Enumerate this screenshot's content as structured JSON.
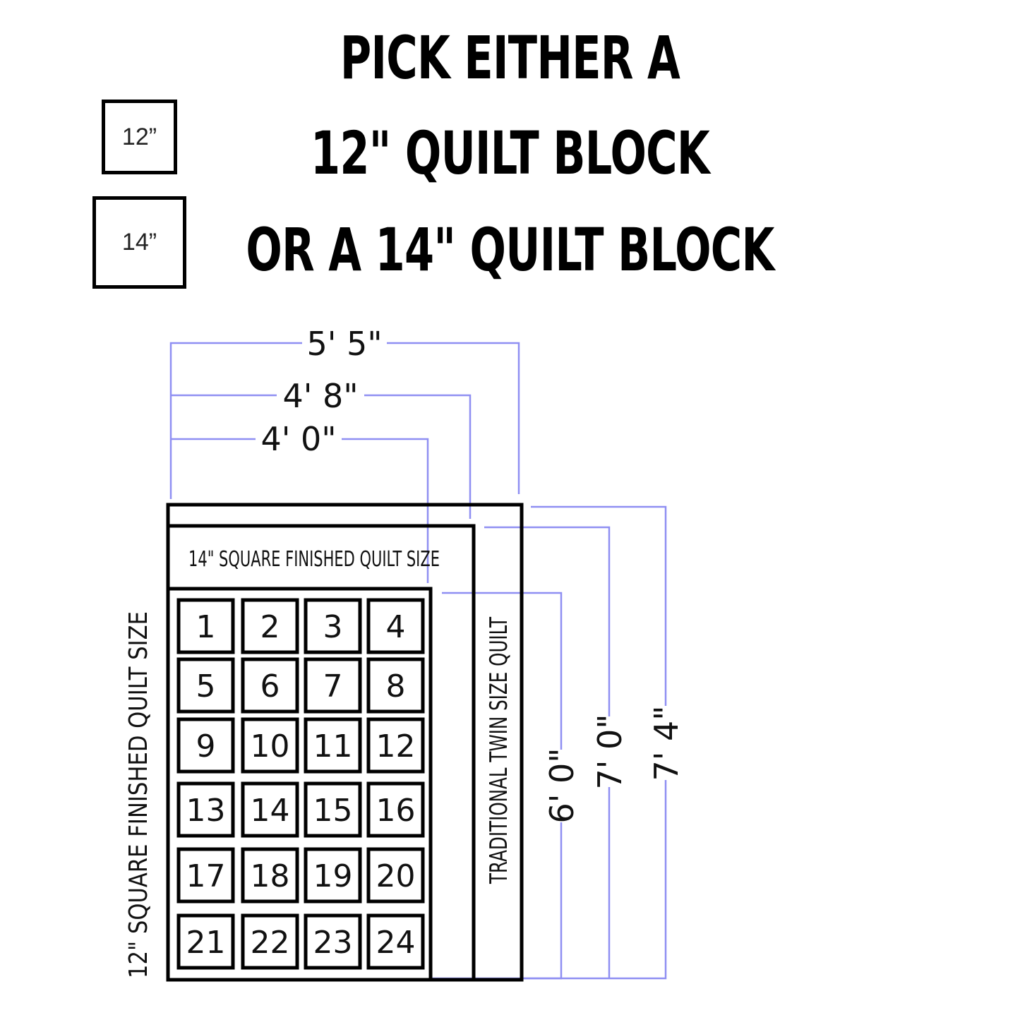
{
  "title": {
    "line1": "PICK EITHER A",
    "line2": "12\" QUILT BLOCK",
    "line3": "OR A 14\" QUILT BLOCK"
  },
  "block_samples": {
    "small_label": "12”",
    "large_label": "14”"
  },
  "dimensions": {
    "width_outer": "5' 5\"",
    "width_middle": "4' 8\"",
    "width_inner": "4' 0\"",
    "height_inner": "6' 0\"",
    "height_middle": "7' 0\"",
    "height_outer": "7' 4\""
  },
  "quilt_labels": {
    "size_14": "14\" SQUARE FINISHED QUILT SIZE",
    "size_12": "12\" SQUARE FINISHED QUILT SIZE",
    "twin": "TRADITIONAL TWIN SIZE QUILT"
  },
  "blocks": [
    "1",
    "2",
    "3",
    "4",
    "5",
    "6",
    "7",
    "8",
    "9",
    "10",
    "11",
    "12",
    "13",
    "14",
    "15",
    "16",
    "17",
    "18",
    "19",
    "20",
    "21",
    "22",
    "23",
    "24"
  ],
  "colors": {
    "dimension_line": "#8f8ff2",
    "outline": "#000000"
  }
}
